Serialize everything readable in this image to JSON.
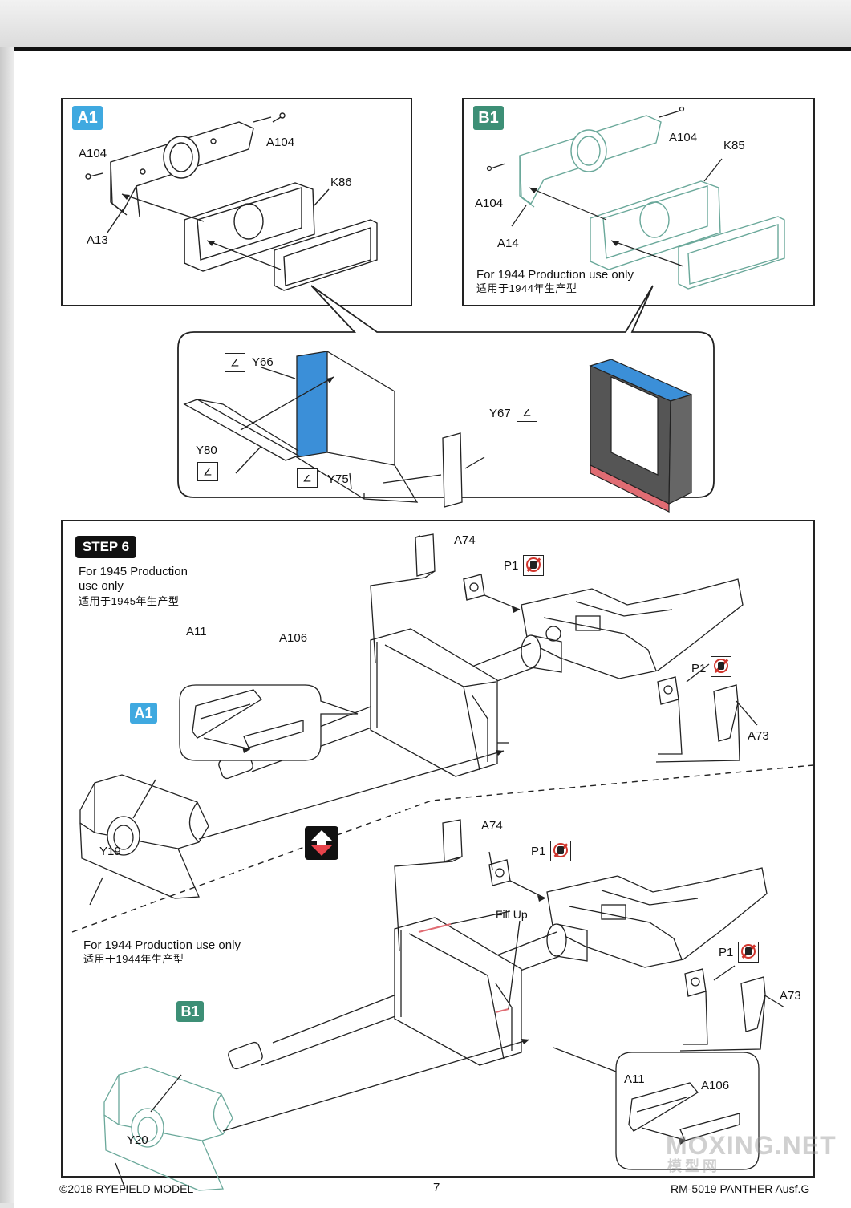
{
  "panels": {
    "a1": {
      "badge": "A1",
      "labels": {
        "a104_top": "A104",
        "a104_left": "A104",
        "k86": "K86",
        "a13": "A13"
      }
    },
    "b1": {
      "badge": "B1",
      "labels": {
        "a104_top": "A104",
        "k85": "K85",
        "a104_left": "A104",
        "a14": "A14"
      },
      "note_en": "For 1944 Production use only",
      "note_zh": "适用于1944年生产型"
    },
    "detail": {
      "labels": {
        "y66": "Y66",
        "y67": "Y67",
        "y80": "Y80",
        "y75": "Y75"
      }
    }
  },
  "step6": {
    "badge": "STEP 6",
    "upper": {
      "note_en_line1": "For 1945 Production",
      "note_en_line2": "use only",
      "note_zh": "适用于1945年生产型",
      "labels": {
        "a74": "A74",
        "p1_top": "P1",
        "a11": "A11",
        "a106": "A106",
        "p1_right": "P1",
        "a73": "A73",
        "a1_badge": "A1",
        "y19": "Y19"
      }
    },
    "lower": {
      "note_en": "For 1944 Production use only",
      "note_zh": "适用于1944年生产型",
      "labels": {
        "a74": "A74",
        "p1_top": "P1",
        "fill_up": "Fill Up",
        "p1_right": "P1",
        "a73": "A73",
        "b1_badge": "B1",
        "a11": "A11",
        "a106": "A106",
        "y20": "Y20"
      }
    }
  },
  "watermark": {
    "latin": "MOXING.NET",
    "cjk": "模型网"
  },
  "footer": {
    "copyright": "©2018 RYEFIELD MODEL",
    "page_number": "7",
    "kit": "RM-5019 PANTHER Ausf.G"
  },
  "colors": {
    "a1_badge": "#3fa9e0",
    "b1_badge": "#3d8f76",
    "b1_line": "#6aa89a",
    "blue_fill": "#3b8fd8",
    "red_fill": "#e06c73",
    "felt": "#555555"
  },
  "icons": {
    "photo_etch": "photo-etch-bend-icon",
    "no_glue": "no-glue-icon",
    "alternative": "swap-arrow-icon"
  }
}
